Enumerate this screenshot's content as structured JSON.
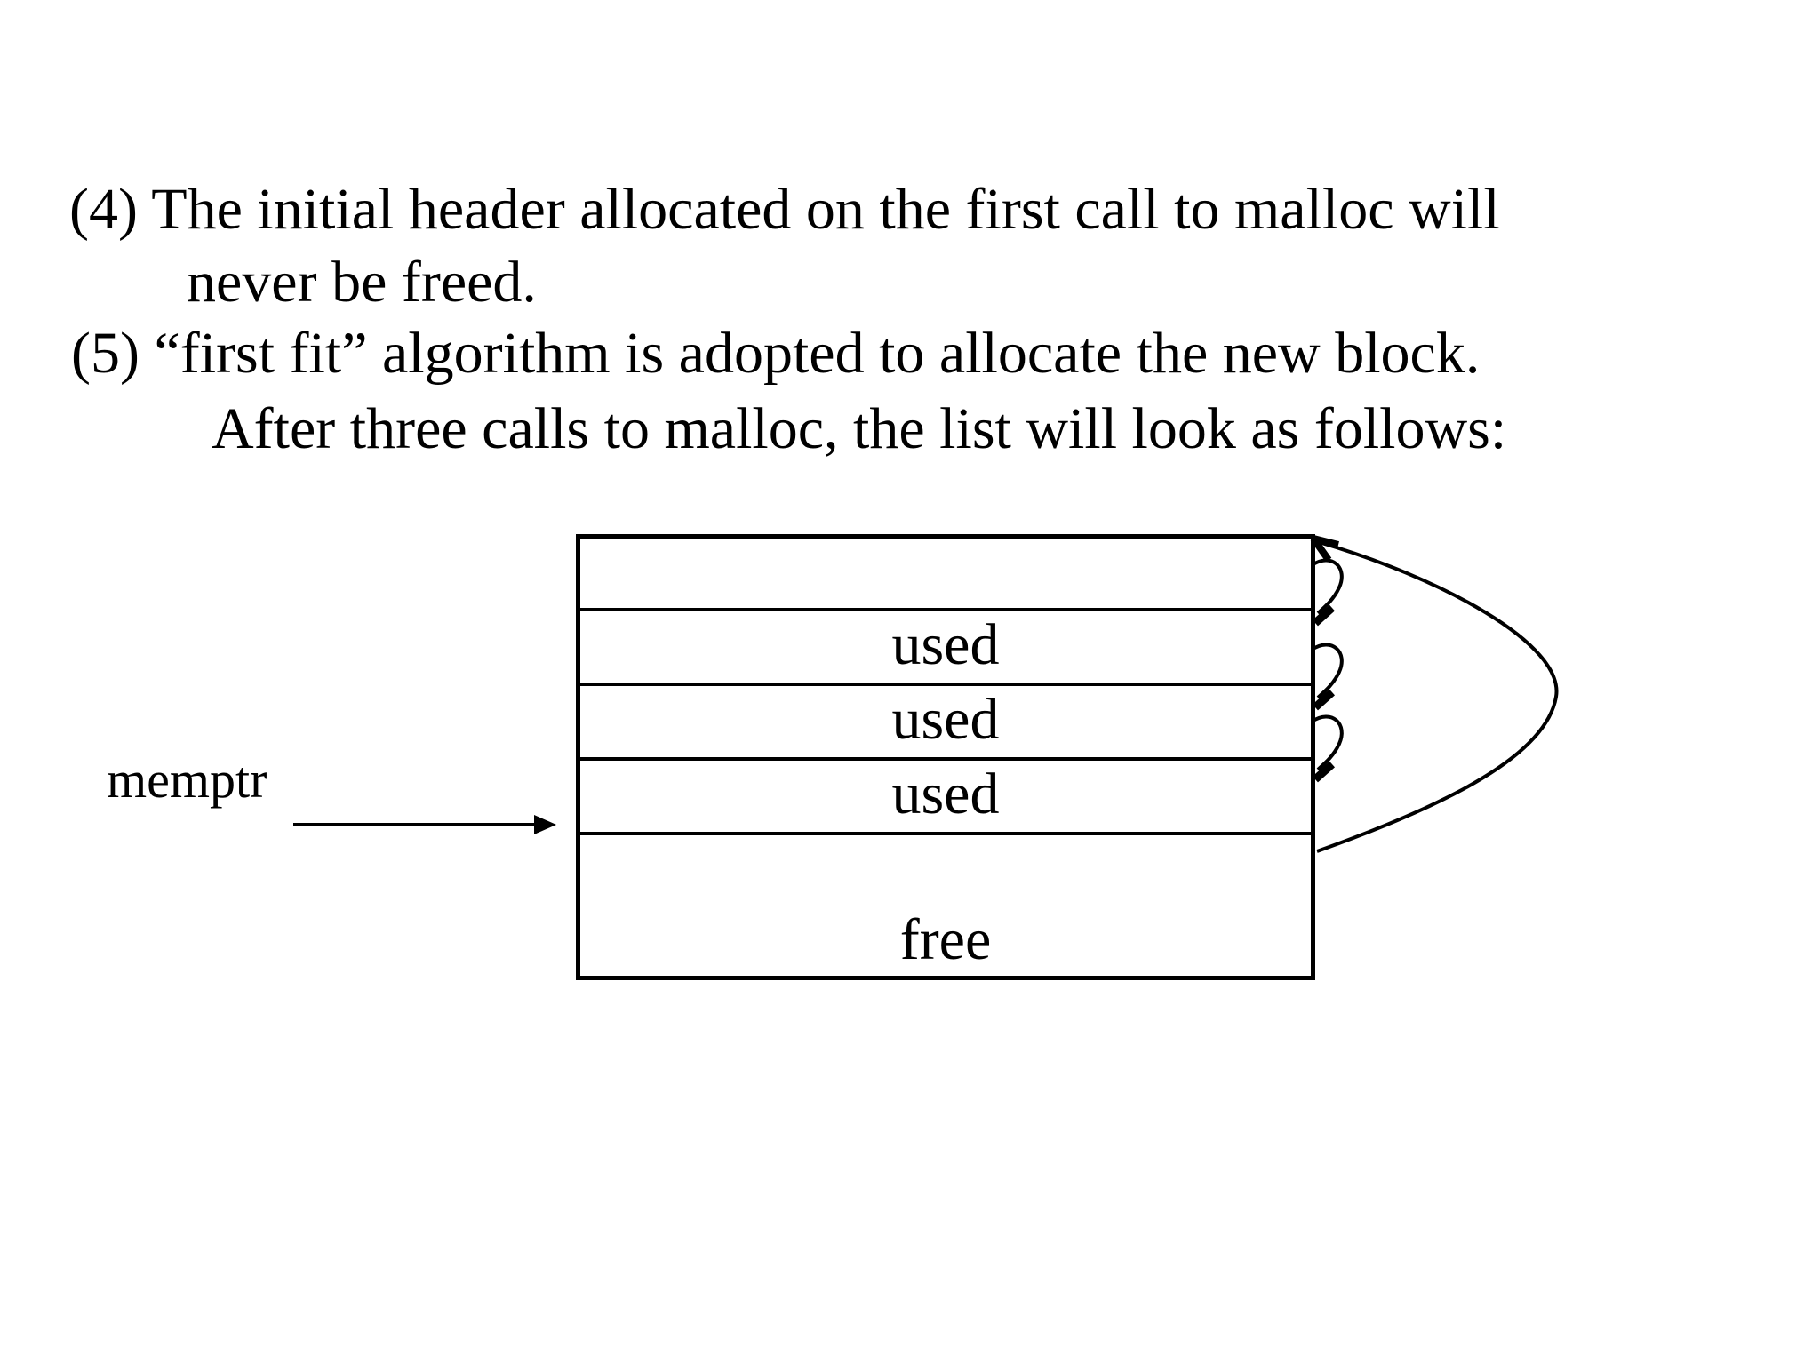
{
  "colors": {
    "ink": "#000000",
    "background": "#ffffff"
  },
  "bullets": [
    {
      "lines": [
        "(4) The initial header allocated on the first call to malloc will",
        "never be freed."
      ]
    },
    {
      "lines": [
        "(5) “first fit” algorithm is adopted to allocate the new block.",
        "After three calls to malloc, the list will look as follows:"
      ]
    }
  ],
  "diagram": {
    "pointer_label": "memptr",
    "blocks": [
      {
        "label": ""
      },
      {
        "label": "used"
      },
      {
        "label": "used"
      },
      {
        "label": "used"
      },
      {
        "label": "free"
      }
    ],
    "links": [
      {
        "from": "header",
        "to": "block-1"
      },
      {
        "from": "block-1",
        "to": "block-2"
      },
      {
        "from": "block-2",
        "to": "block-3"
      },
      {
        "from": "free-block",
        "to": "header"
      }
    ]
  }
}
